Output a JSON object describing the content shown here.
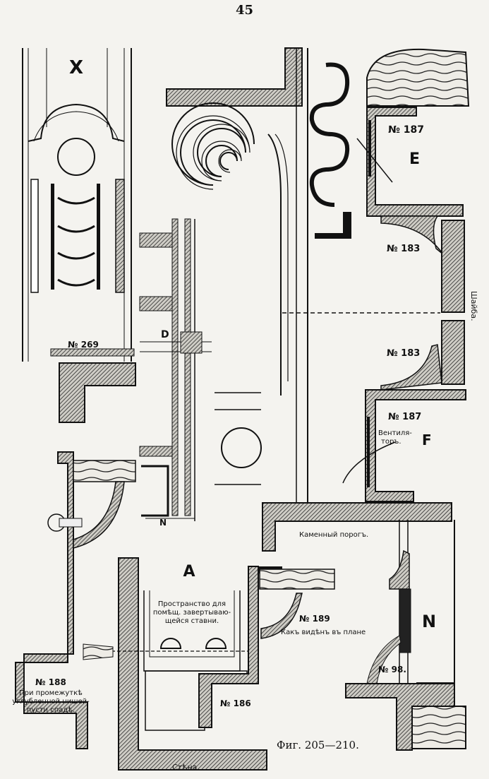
{
  "page": {
    "number": "45"
  },
  "letters": {
    "x": "X",
    "e": "E",
    "f": "F",
    "a": "A",
    "n": "N",
    "d": "D",
    "n_small": "N"
  },
  "numbers": {
    "no187_top": "№ 187",
    "no183_top": "№ 183",
    "no183_mid": "№ 183",
    "no187_mid": "№ 187",
    "no269": "№ 269",
    "no189": "№ 189",
    "no188": "№ 188",
    "no186": "№ 186",
    "no98": "№ 98."
  },
  "labels": {
    "shaiba": "Шайба.",
    "ventilator_1": "Вентиля-",
    "ventilator_2": "торъ.",
    "stone_sill": "Каменный порогъ.",
    "space_line1": "Пространство для",
    "space_line2": "помѣщ. завертываю-",
    "space_line3": "щейся ставни.",
    "view_on_fixing": "Какъ видѣнъ въ плане",
    "recessed_line1": "При промежуткѣ",
    "recessed_line2": "углубленной нишей-",
    "recessed_line3": "пусти спадѣ.",
    "figure_caption": "Фиг. 205—210.",
    "wall": "Стѣна."
  },
  "colors": {
    "ink": "#111111",
    "paper": "#f4f3ef",
    "hatch": "#3a3a3a"
  }
}
